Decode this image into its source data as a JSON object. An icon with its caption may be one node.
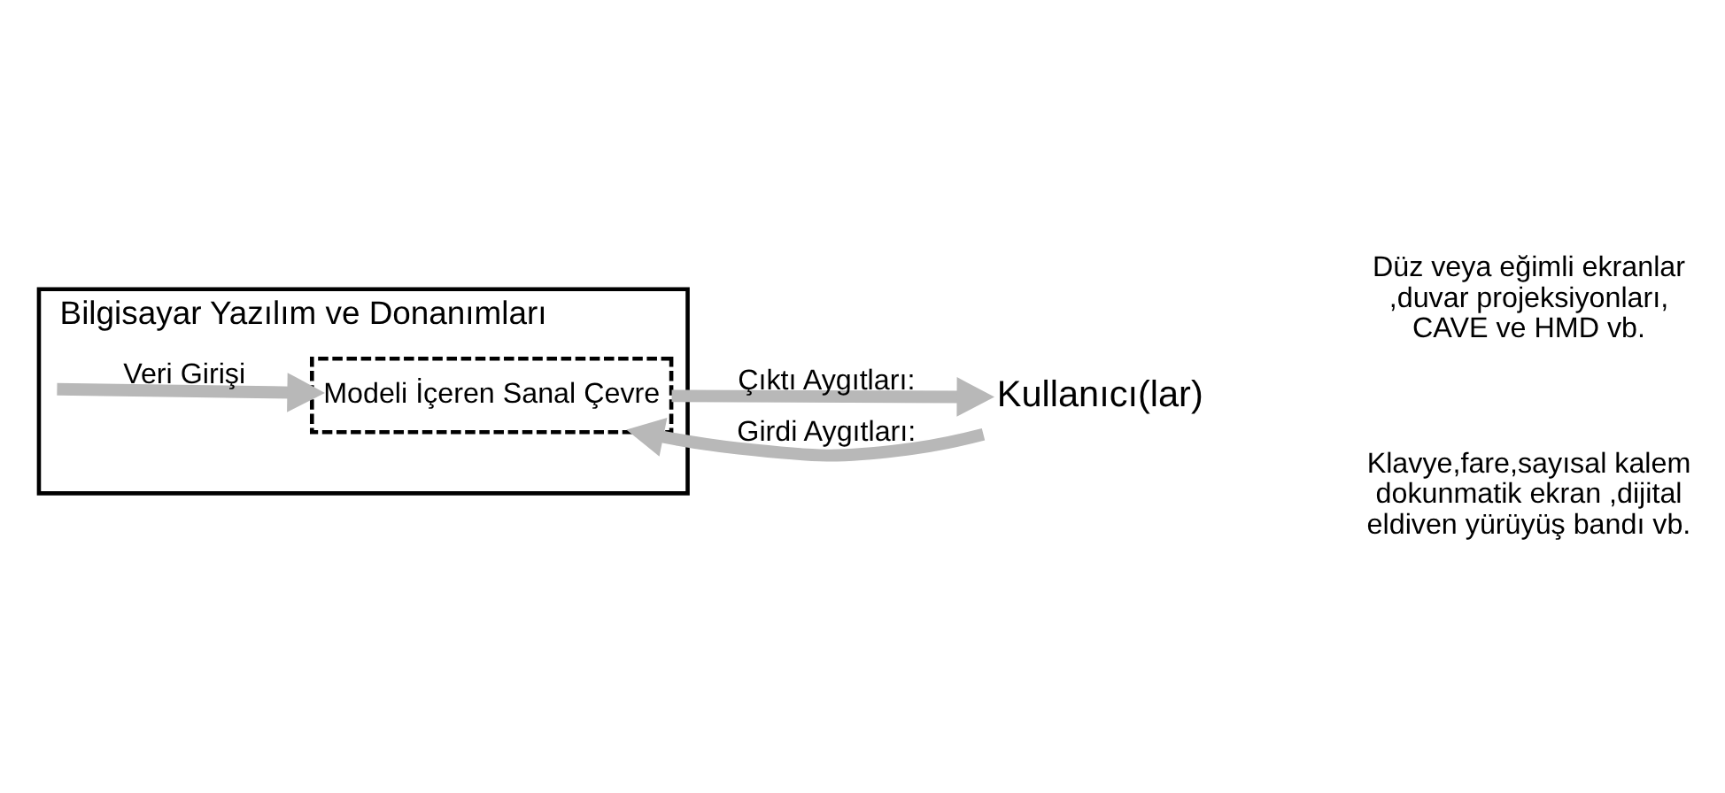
{
  "diagram": {
    "nodes": [
      {
        "text": [
          "Bilgisayar Yazılım ve Donanımları"
        ]
      },
      {
        "text": [
          "Modeli İçeren Sanal Çevre"
        ],
        "in": 0
      },
      {
        "text": [
          "Kullanıcı(lar)"
        ]
      }
    ],
    "edges": [
      {
        "from": null,
        "to": 1,
        "arrow": "to",
        "label": "Veri Girişi"
      },
      {
        "from": 1,
        "to": 2,
        "arrow": "to",
        "label": "Çıktı Aygıtları:"
      },
      {
        "from": 2,
        "to": 1,
        "arrow": "to",
        "label": "Girdi Aygıtları:"
      }
    ],
    "labels": [
      "Düz veya eğimli ekranlar ,duvar projeksiyonları, CAVE ve HMD vb.",
      "Klavye,fare,sayısal kalem dokunmatik ekran ,dijital eldiven yürüyüş bandı vb."
    ]
  }
}
